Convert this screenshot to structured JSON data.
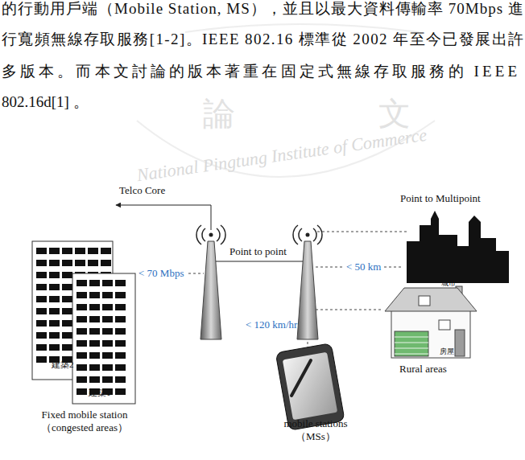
{
  "diagram": {
    "labels": [
      "的行動用戶端（Mobile Station, MS），並且以最大資料傳輸率 70Mbps 進",
      "行寬頻無線存取服務[1-2]。IEEE 802.16 標準從 2002 年至今已發展出許",
      "多版本。而本文討論的版本著重在固定式無線存取服務的 IEEE",
      "802.16d[1] 。",
      "National Pingtung Institute of Commerce",
      "論",
      "文",
      "Telco Core",
      "Point to Multipoint",
      "Point to point",
      "< 70 Mbps",
      "< 50 km",
      "< 120 km/hr",
      "城市",
      "房屋",
      "Rural areas",
      "建築2",
      "建築1",
      "Fixed mobile station （congested areas）",
      "mobile stations （MSs）"
    ]
  }
}
